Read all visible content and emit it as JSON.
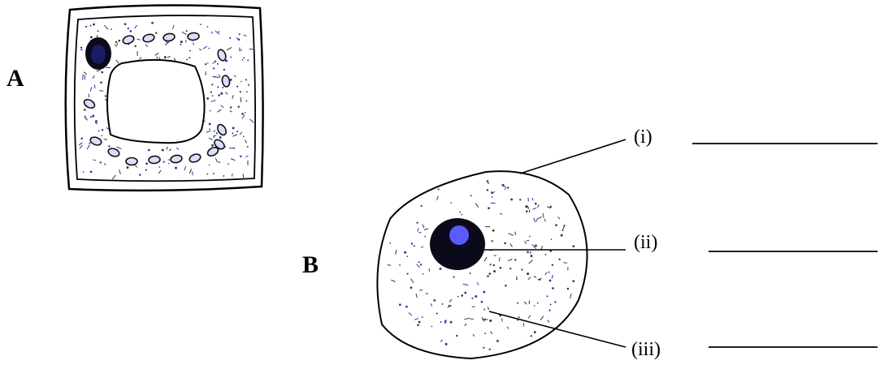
{
  "figure_a": {
    "letter": "A"
  },
  "figure_b": {
    "letter": "B"
  },
  "callouts": [
    {
      "id": "i",
      "label": "(i)"
    },
    {
      "id": "ii",
      "label": "(ii)"
    },
    {
      "id": "iii",
      "label": "(iii)"
    }
  ],
  "colors": {
    "outline": "#000000",
    "nucleus": "#0a0a1a",
    "nucleolus": "#5a5aff",
    "granules": "#2a3a9a"
  }
}
